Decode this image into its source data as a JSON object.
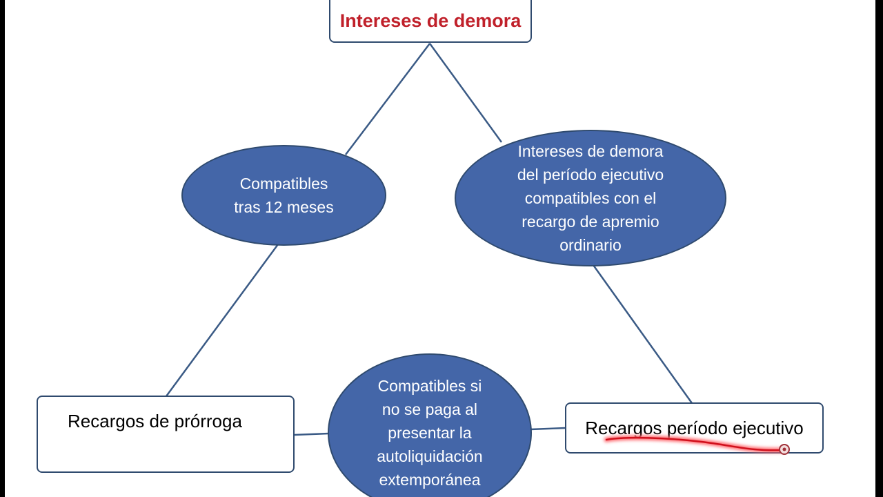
{
  "diagram": {
    "top_node": "Intereses de demora",
    "left_node": "Recargos de prórroga",
    "right_node": "Recargos período ejecutivo",
    "edge_left_label": "Compatibles\ntras 12 meses",
    "edge_right_label": "Intereses de demora\ndel período ejecutivo\ncompatibles con el\nrecargo de apremio\nordinario",
    "edge_bottom_label": "Compatibles si\nno se paga al\npresentar la\nautoliquidación\nextemporánea"
  },
  "colors": {
    "title_text": "#c0202a",
    "ellipse_fill": "#4466a8",
    "border": "#2f4a6e",
    "annotation": "#e8202a"
  }
}
